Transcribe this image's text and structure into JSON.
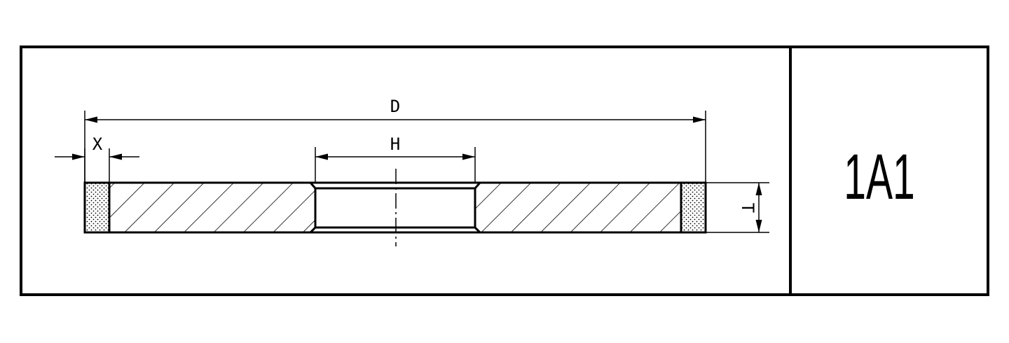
{
  "drawing": {
    "code": "1A1",
    "labels": {
      "outer_diameter": "D",
      "hole_diameter": "H",
      "layer_width": "X",
      "thickness": "T"
    }
  },
  "colors": {
    "line": "#000000",
    "background": "#ffffff"
  }
}
